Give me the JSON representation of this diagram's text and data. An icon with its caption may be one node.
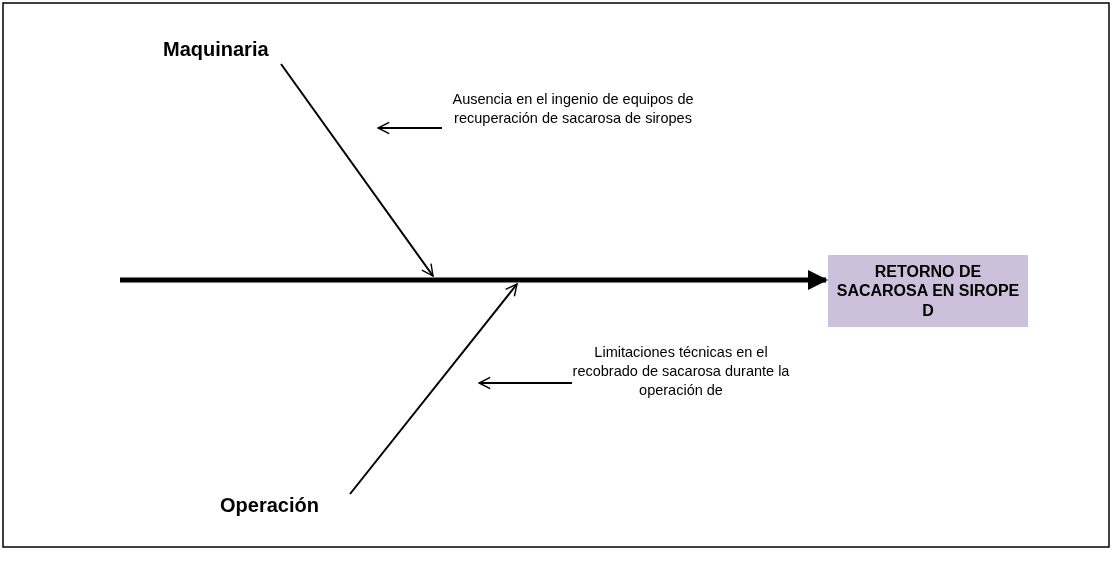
{
  "diagram": {
    "nodes": [
      {
        "text": [
          "Maquinaria"
        ]
      },
      {
        "text": [
          "Ausencia en el ingenio de equipos de recuperación de sacarosa de siropes"
        ]
      },
      {
        "text": [
          "RETORNO DE SACAROSA EN SIROPE D"
        ]
      },
      {
        "text": [
          "Limitaciones técnicas en el recobrado  de sacarosa durante la operación de"
        ]
      },
      {
        "text": [
          "Operación"
        ]
      }
    ],
    "edges": [
      {
        "from": null,
        "to": 2,
        "arrow": "to",
        "style": "thick"
      },
      {
        "from": 0,
        "to": null,
        "arrow": "to"
      },
      {
        "from": 4,
        "to": null,
        "arrow": "to"
      },
      {
        "from": 1,
        "to": null,
        "arrow": "to"
      },
      {
        "from": 3,
        "to": null,
        "arrow": "to"
      }
    ]
  }
}
